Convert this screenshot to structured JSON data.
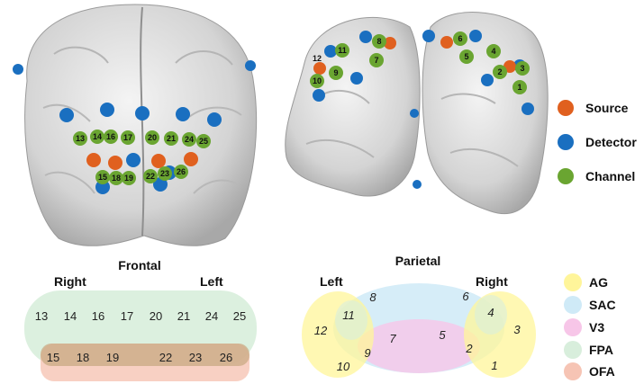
{
  "legend_points": [
    {
      "label": "Source",
      "color": "#e0601f"
    },
    {
      "label": "Detector",
      "color": "#1a6fc0"
    },
    {
      "label": "Channel",
      "color": "#6aa531"
    }
  ],
  "frontal": {
    "title": "Frontal",
    "right_label": "Right",
    "left_label": "Left",
    "top_row": [
      "13",
      "14",
      "16",
      "17",
      "20",
      "21",
      "24",
      "25"
    ],
    "bottom_row": [
      "15",
      "18",
      "19",
      "22",
      "23",
      "26"
    ],
    "channels": [
      "13",
      "14",
      "16",
      "17",
      "20",
      "21",
      "24",
      "25",
      "15",
      "18",
      "19",
      "22",
      "23",
      "26"
    ]
  },
  "parietal": {
    "title": "Parietal",
    "left_label": "Left",
    "right_label": "Right",
    "numbers": [
      "12",
      "11",
      "10",
      "9",
      "8",
      "7",
      "5",
      "6",
      "4",
      "2",
      "3",
      "1"
    ],
    "left_channels": [
      "12",
      "11",
      "8",
      "10",
      "9",
      "7"
    ],
    "right_channels": [
      "6",
      "5",
      "4",
      "2",
      "3",
      "1"
    ]
  },
  "legend_regions": [
    {
      "label": "AG",
      "color": "#fff59a"
    },
    {
      "label": "SAC",
      "color": "#cfeaf7"
    },
    {
      "label": "V3",
      "color": "#f7c6e8"
    },
    {
      "label": "FPA",
      "color": "#d8eedc"
    },
    {
      "label": "OFA",
      "color": "#f6c4b4"
    }
  ]
}
